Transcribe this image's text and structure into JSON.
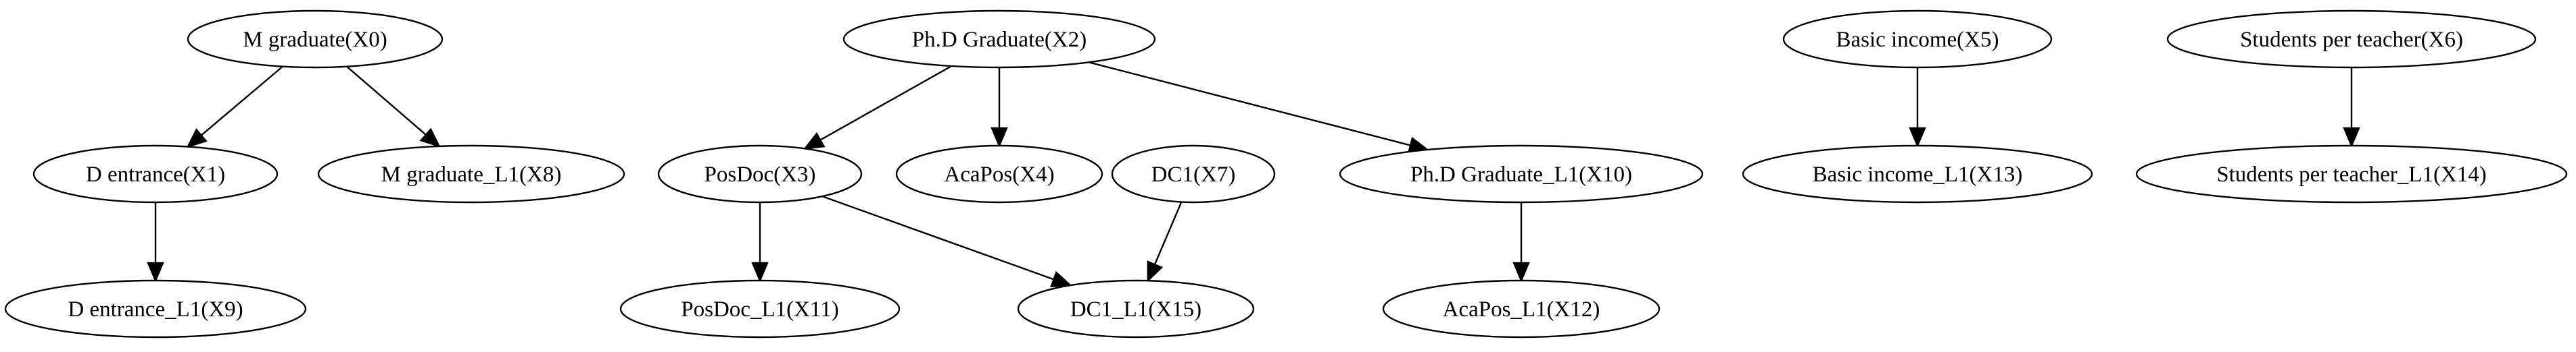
{
  "graph": {
    "nodes": [
      {
        "id": "X0",
        "label": "M graduate(X0)"
      },
      {
        "id": "X1",
        "label": "D entrance(X1)"
      },
      {
        "id": "X8",
        "label": "M graduate_L1(X8)"
      },
      {
        "id": "X9",
        "label": "D entrance_L1(X9)"
      },
      {
        "id": "X2",
        "label": "Ph.D Graduate(X2)"
      },
      {
        "id": "X3",
        "label": "PosDoc(X3)"
      },
      {
        "id": "X4",
        "label": "AcaPos(X4)"
      },
      {
        "id": "X7",
        "label": "DC1(X7)"
      },
      {
        "id": "X10",
        "label": "Ph.D Graduate_L1(X10)"
      },
      {
        "id": "X11",
        "label": "PosDoc_L1(X11)"
      },
      {
        "id": "X15",
        "label": "DC1_L1(X15)"
      },
      {
        "id": "X12",
        "label": "AcaPos_L1(X12)"
      },
      {
        "id": "X5",
        "label": "Basic income(X5)"
      },
      {
        "id": "X13",
        "label": "Basic income_L1(X13)"
      },
      {
        "id": "X6",
        "label": "Students per teacher(X6)"
      },
      {
        "id": "X14",
        "label": "Students per teacher_L1(X14)"
      }
    ],
    "edges": [
      {
        "from": "X0",
        "to": "X1"
      },
      {
        "from": "X0",
        "to": "X8"
      },
      {
        "from": "X1",
        "to": "X9"
      },
      {
        "from": "X2",
        "to": "X3"
      },
      {
        "from": "X2",
        "to": "X4"
      },
      {
        "from": "X2",
        "to": "X10"
      },
      {
        "from": "X3",
        "to": "X11"
      },
      {
        "from": "X3",
        "to": "X15"
      },
      {
        "from": "X7",
        "to": "X15"
      },
      {
        "from": "X10",
        "to": "X12"
      },
      {
        "from": "X5",
        "to": "X13"
      },
      {
        "from": "X6",
        "to": "X14"
      }
    ]
  }
}
